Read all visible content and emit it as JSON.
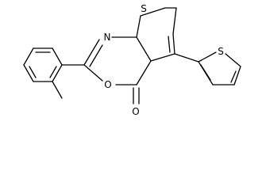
{
  "molecule": {
    "atoms": {
      "S_thieno": "S",
      "N_ring": "N",
      "O_ring": "O",
      "O_carbonyl": "O",
      "S_thienyl": "S"
    }
  }
}
